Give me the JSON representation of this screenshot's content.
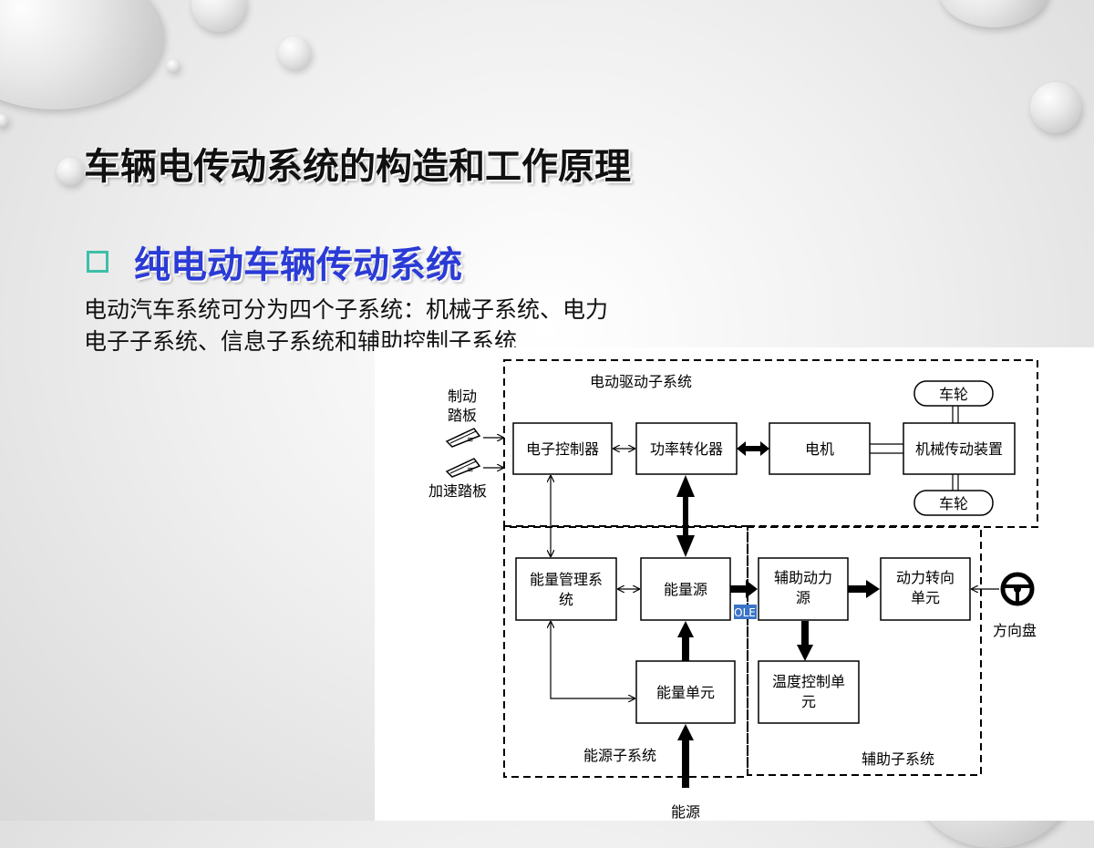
{
  "slide": {
    "title": "车辆电传动系统的构造和工作原理",
    "bullet_heading": "纯电动车辆传动系统",
    "body": "电动汽车系统可分为四个子系统：机械子系统、电力电子子系统、信息子系统和辅助控制子系统"
  },
  "diagram": {
    "groups": {
      "drive": "电动驱动子系统",
      "energy": "能源子系统",
      "aux": "辅助子系统"
    },
    "inputs": {
      "brake_pedal": [
        "制动",
        "踏板"
      ],
      "accel_pedal": "加速踏板",
      "steering_wheel": "方向盘",
      "energy_source": "能源"
    },
    "blocks": {
      "controller": [
        "电子控制器"
      ],
      "converter": [
        "功率转化器"
      ],
      "motor": [
        "电机"
      ],
      "transmission": [
        "机械传动装置"
      ],
      "wheel_top": [
        "车轮"
      ],
      "wheel_bottom": [
        "车轮"
      ],
      "energy_mgmt": [
        "能量管理系",
        "统"
      ],
      "energy_source_block": [
        "能量源"
      ],
      "energy_unit": [
        "能量单元"
      ],
      "aux_power": [
        "辅助动力",
        "源"
      ],
      "power_steering": [
        "动力转向",
        "单元"
      ],
      "temp_control": [
        "温度控制单",
        "元"
      ]
    },
    "ole_tag": "OLE"
  },
  "colors": {
    "title": "#111111",
    "heading": "#2a3bd6",
    "bullet": "#3dbfa8"
  }
}
